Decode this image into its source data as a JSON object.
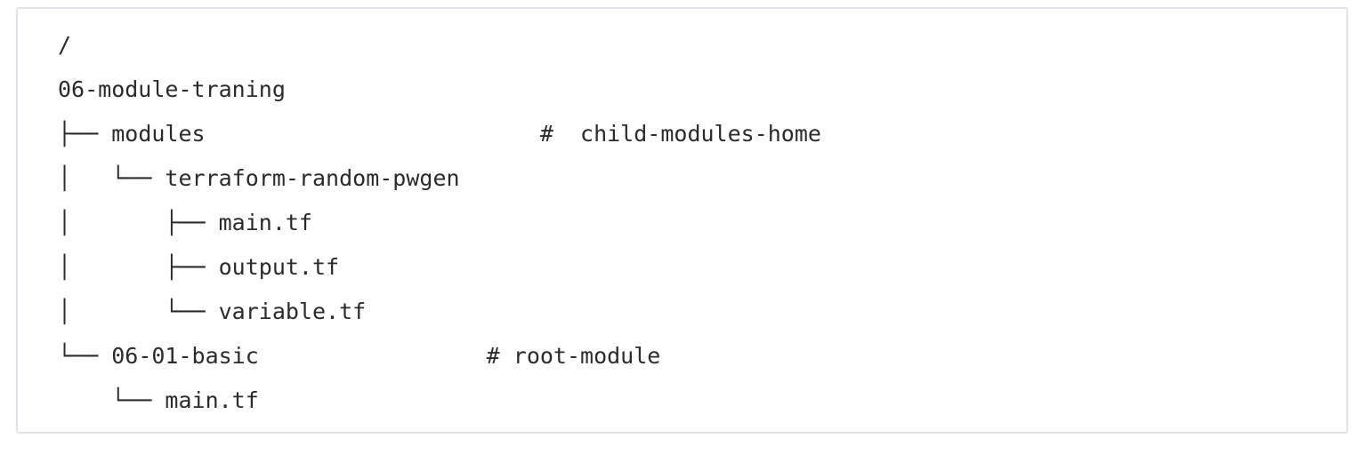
{
  "panel": {
    "name": "directory-tree-listing",
    "border_color": "#e7e1ef",
    "background_color": "#ffffff",
    "text_color": "#2b2b2b"
  },
  "tree": {
    "rows": [
      {
        "prefix": "",
        "label": "/",
        "gap": "",
        "comment": ""
      },
      {
        "prefix": "",
        "label": "06-module-traning",
        "gap": "",
        "comment": ""
      },
      {
        "prefix": "├── ",
        "label": "modules",
        "gap": "                         ",
        "comment": "#  child-modules-home"
      },
      {
        "prefix": "│   └── ",
        "label": "terraform-random-pwgen",
        "gap": "",
        "comment": ""
      },
      {
        "prefix": "│       ├── ",
        "label": "main.tf",
        "gap": "",
        "comment": ""
      },
      {
        "prefix": "│       ├── ",
        "label": "output.tf",
        "gap": "",
        "comment": ""
      },
      {
        "prefix": "│       └── ",
        "label": "variable.tf",
        "gap": "",
        "comment": ""
      },
      {
        "prefix": "└── ",
        "label": "06-01-basic",
        "gap": "                 ",
        "comment": "# root-module"
      },
      {
        "prefix": "    └── ",
        "label": "main.tf",
        "gap": "",
        "comment": ""
      }
    ]
  }
}
